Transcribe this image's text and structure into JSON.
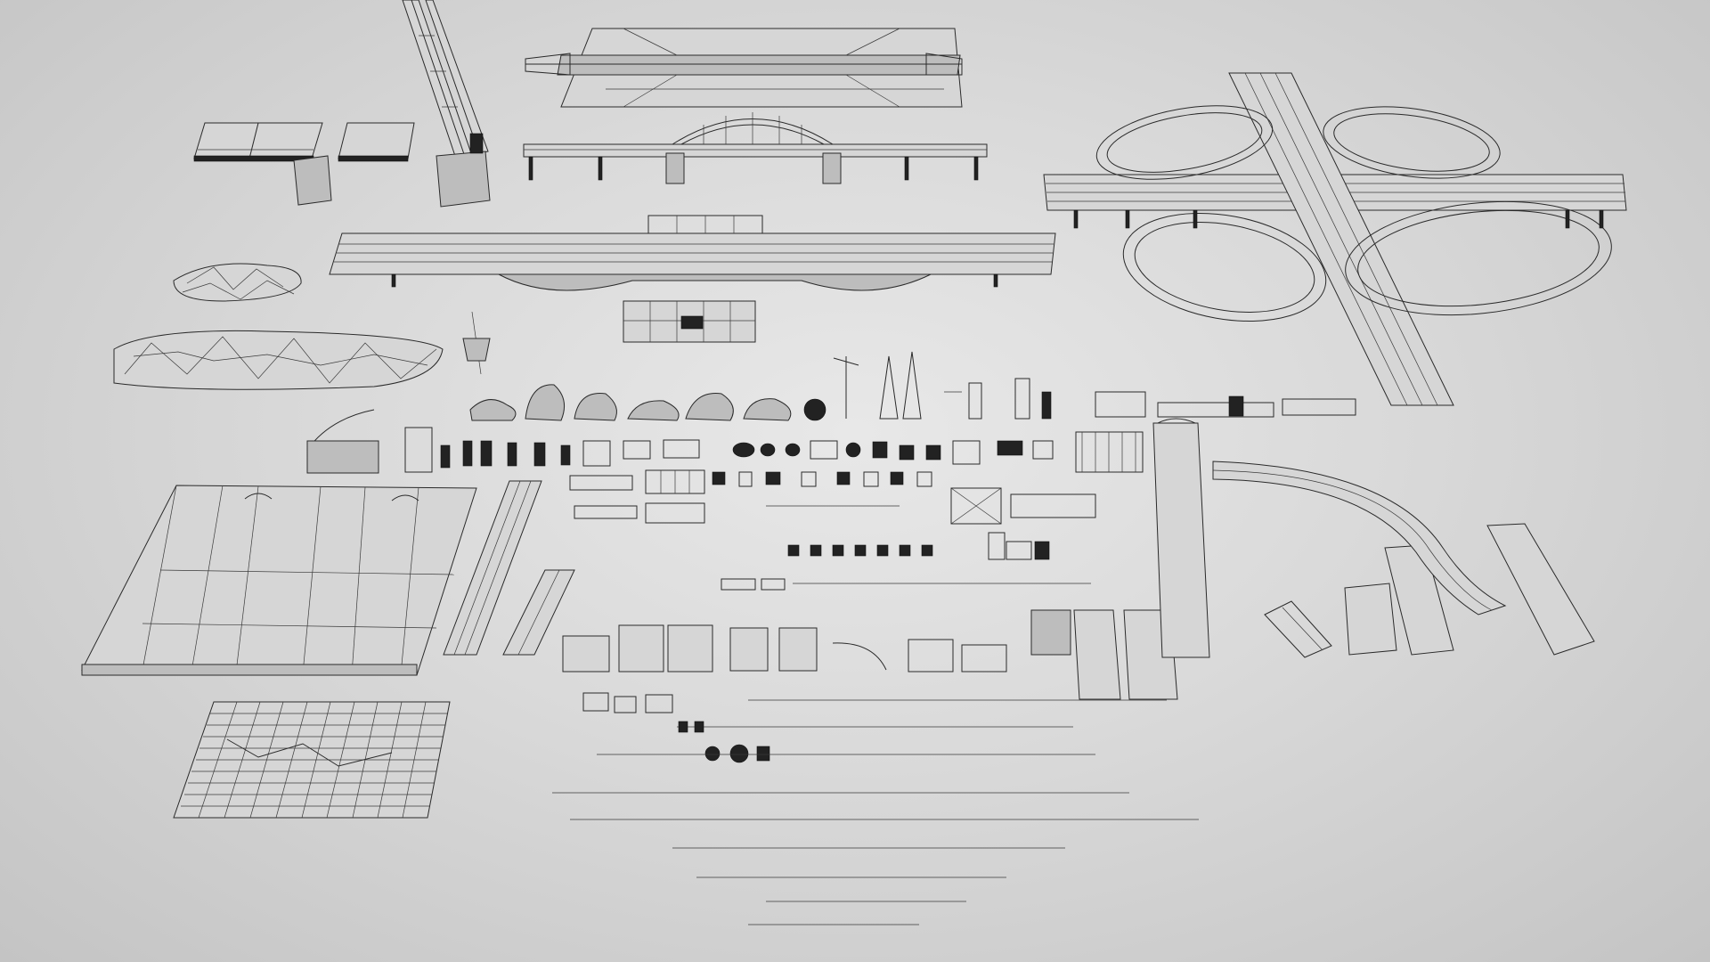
{
  "viewport": {
    "background": "#d9d9d9",
    "wire_color": "#2a2a2a"
  },
  "asset_groups": [
    {
      "id": "suspension-tower",
      "icon": "bridge-tower-icon"
    },
    {
      "id": "stadium-bridge",
      "icon": "bridge-deck-icon"
    },
    {
      "id": "arch-bridge",
      "icon": "arch-bridge-icon"
    },
    {
      "id": "pier-decks",
      "icon": "pier-icon"
    },
    {
      "id": "elevated-station",
      "icon": "station-icon"
    },
    {
      "id": "cloverleaf-interchange",
      "icon": "interchange-icon"
    },
    {
      "id": "terrain-meshes",
      "icon": "terrain-icon"
    },
    {
      "id": "rocks-row",
      "icon": "rock-icon"
    },
    {
      "id": "towers-row",
      "icon": "pylon-icon"
    },
    {
      "id": "props-rows",
      "icon": "prop-icon"
    },
    {
      "id": "road-plaza",
      "icon": "plaza-icon"
    },
    {
      "id": "tile-grid",
      "icon": "grid-icon"
    },
    {
      "id": "tunnel-pieces",
      "icon": "tunnel-icon"
    },
    {
      "id": "curved-road",
      "icon": "curve-road-icon"
    }
  ]
}
